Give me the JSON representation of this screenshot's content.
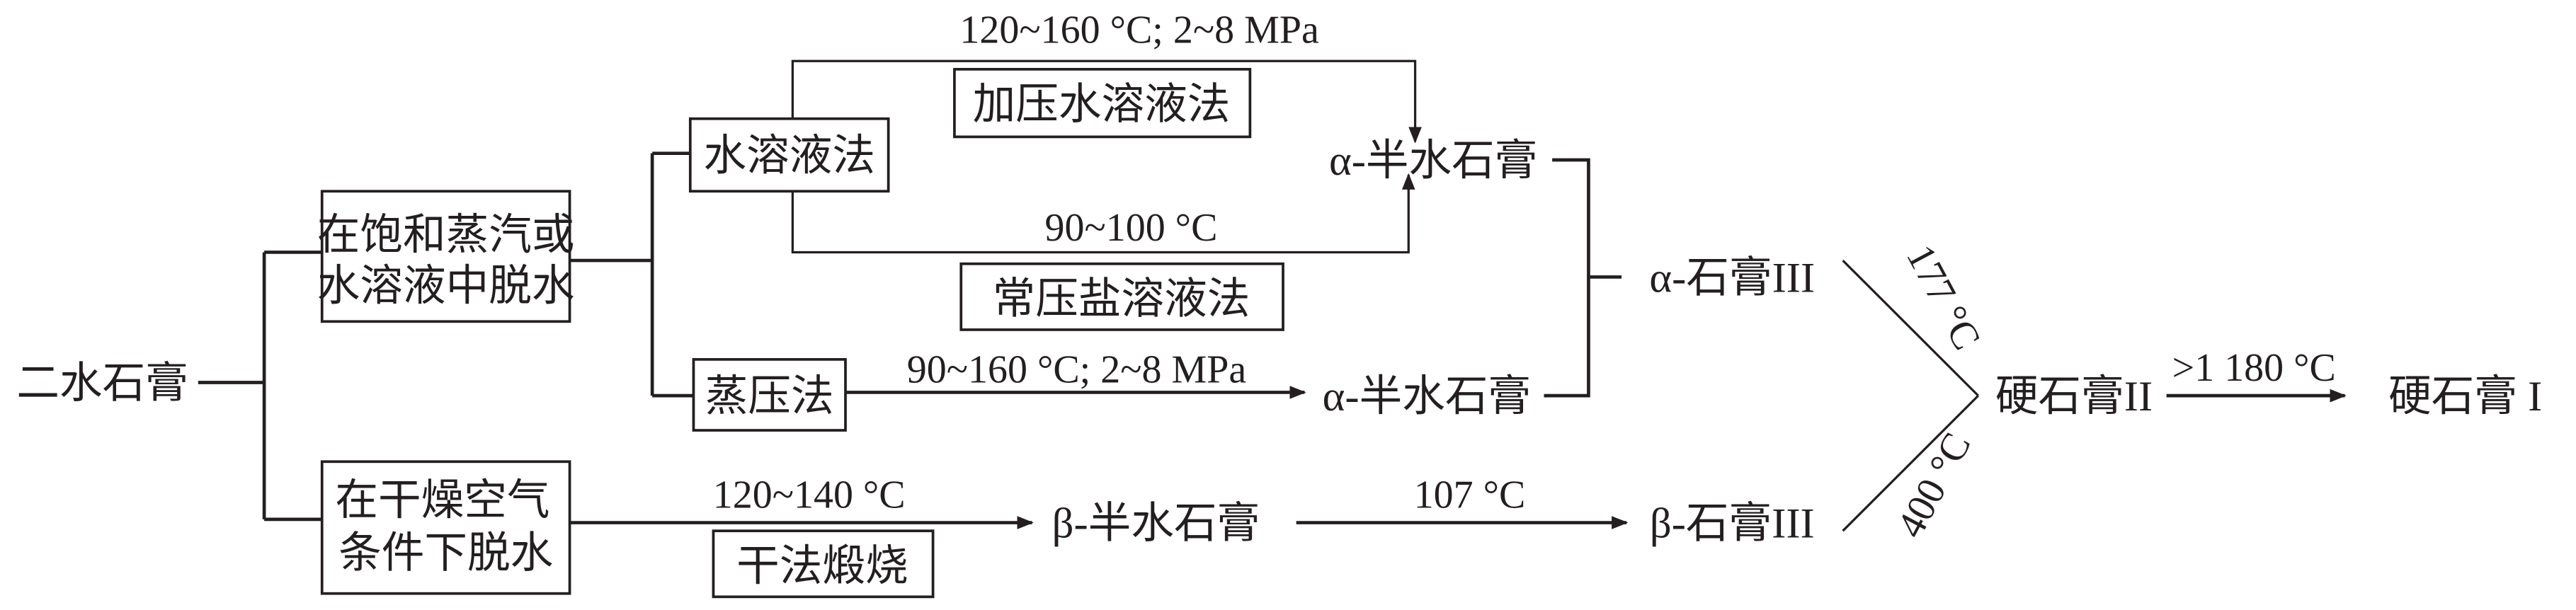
{
  "nodes": {
    "dihydrate": "二水石膏",
    "wet_dehydration_line1": "在饱和蒸汽或",
    "wet_dehydration_line2": "水溶液中脱水",
    "dry_dehydration_line1": "在干燥空气",
    "dry_dehydration_line2": "条件下脱水",
    "solution_method": "水溶液法",
    "autoclave_method": "蒸压法",
    "pressurized_solution_method": "加压水溶液法",
    "atmospheric_salt_solution_method": "常压盐溶液法",
    "dry_calcination": "干法煅烧",
    "alpha_hemihydrate": "α-半水石膏",
    "beta_hemihydrate": "β-半水石膏",
    "alpha_anhydrite_iii": "α-石膏III",
    "beta_anhydrite_iii": "β-石膏III",
    "anhydrite_ii": "硬石膏II",
    "anhydrite_i": "硬石膏 I"
  },
  "conditions": {
    "pressurized": "120~160 °C; 2~8 MPa",
    "atmospheric": "90~100 °C",
    "autoclave": "90~160 °C; 2~8 MPa",
    "dry": "120~140 °C",
    "beta_to_iii": "107 °C",
    "alpha_iii_to_ii": "177 °C",
    "beta_iii_to_ii": "400 °C",
    "ii_to_i": ">1 180 °C"
  }
}
